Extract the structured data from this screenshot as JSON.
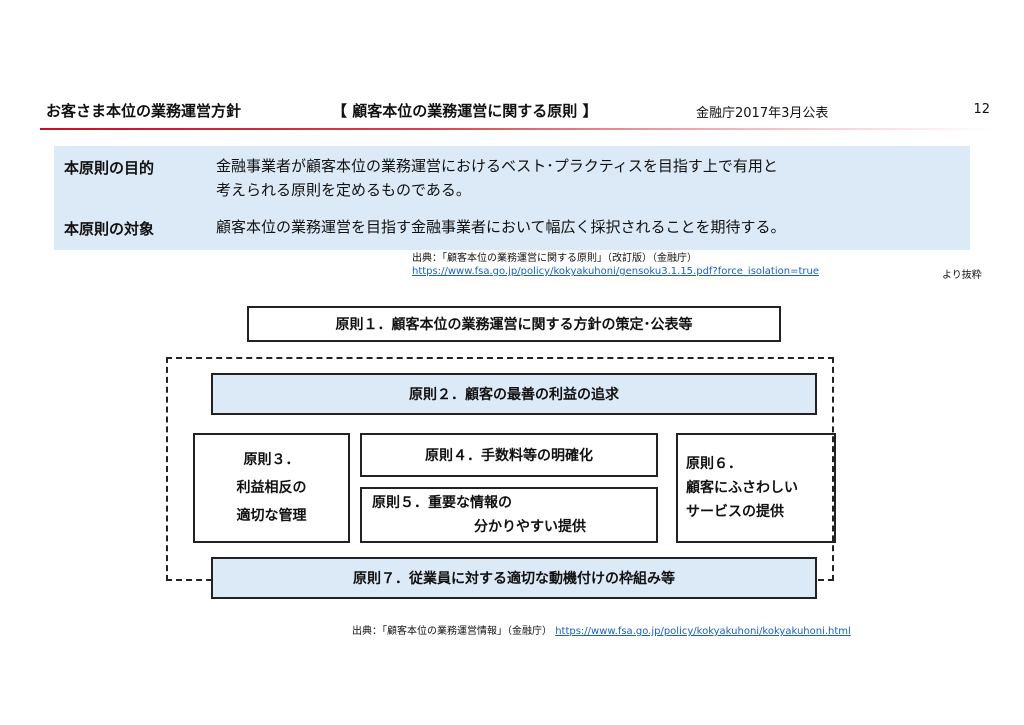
{
  "header": {
    "title": "お客さま本位の業務運営方針",
    "subtitle": "【 顧客本位の業務運営に関する原則 】",
    "published": "金融庁2017年3月公表",
    "page_number": "12"
  },
  "info": {
    "purpose_label": "本原則の目的",
    "purpose_line1": "金融事業者が顧客本位の業務運営におけるベスト･プラクティスを目指す上で有用と",
    "purpose_line2": "考えられる原則を定めるものである。",
    "target_label": "本原則の対象",
    "target_text": "顧客本位の業務運営を目指す金融事業者において幅広く採択されることを期待する。"
  },
  "source1": {
    "text": "出典：「顧客本位の業務運営に関する原則」（改訂版）（金融庁）",
    "url": "https://www.fsa.go.jp/policy/kokyakuhoni/gensoku3.1.15.pdf?force_isolation=true",
    "tail": "より抜粋"
  },
  "principles": {
    "p1": "原則１．顧客本位の業務運営に関する方針の策定･公表等",
    "p2": "原則２．顧客の最善の利益の追求",
    "p3_line1": "原則３．",
    "p3_line2": "利益相反の",
    "p3_line3": "適切な管理",
    "p4": "原則４．手数料等の明確化",
    "p5_line1": "原則５．重要な情報の",
    "p5_line2": "分かりやすい提供",
    "p6_line1": "原則６．",
    "p6_line2": "顧客にふさわしい",
    "p6_line3": "サービスの提供",
    "p7": "原則７．従業員に対する適切な動機付けの枠組み等"
  },
  "source2": {
    "text": "出典：「顧客本位の業務運営情報」（金融庁）",
    "url": "https://www.fsa.go.jp/policy/kokyakuhoni/kokyakuhoni.html"
  }
}
